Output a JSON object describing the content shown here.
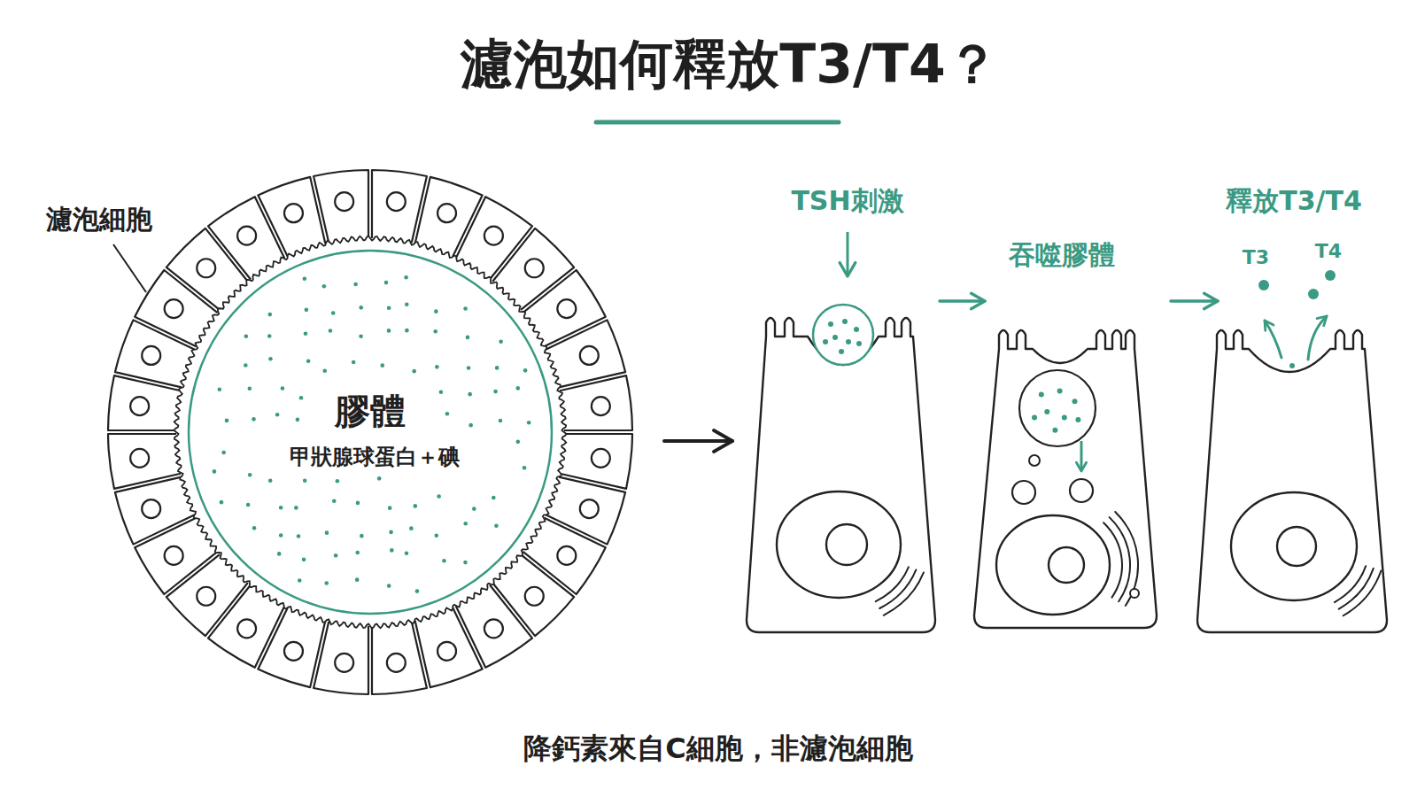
{
  "diagram": {
    "title": "濾泡如何釋放T3/T4？",
    "caption": "降鈣素來自C細胞，非濾泡細胞",
    "nodes": [
      {
        "text": [
          "膠體",
          "甲狀腺球蛋白＋碘"
        ]
      },
      {
        "text": [
          "TSH刺激"
        ]
      },
      {
        "text": [
          "吞噬膠體"
        ]
      },
      {
        "text": [
          "釋放T3/T4"
        ]
      }
    ],
    "edges": [
      {
        "from": 0,
        "to": 1,
        "arrow": "to"
      },
      {
        "from": 1,
        "to": 2,
        "arrow": "to"
      },
      {
        "from": 2,
        "to": 3,
        "arrow": "to"
      }
    ],
    "labels": [
      "濾泡細胞",
      "T3",
      "T4"
    ]
  }
}
